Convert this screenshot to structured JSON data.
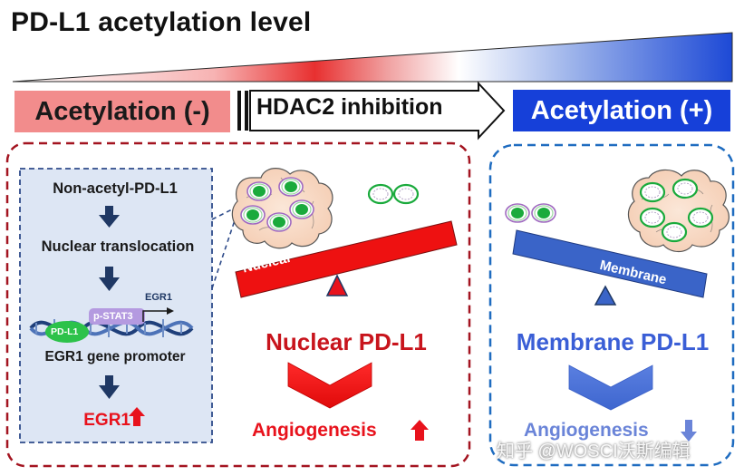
{
  "title": "PD-L1 acetylation level",
  "labels": {
    "acetylation_negative": "Acetylation (-)",
    "hdac2_inhibition": "HDAC2 inhibition",
    "acetylation_positive": "Acetylation (+)"
  },
  "pathway": {
    "step1": "Non-acetyl-PD-L1",
    "step2": "Nuclear translocation",
    "egr1_tag": "EGR1",
    "pstat3_tag": "p-STAT3",
    "pdl1_tag": "PD-L1",
    "step3": "EGR1 gene promoter",
    "output": "EGR1"
  },
  "left_panel": {
    "seesaw_label": "Nuclear",
    "title": "Nuclear PD-L1",
    "outcome": "Angiogenesis"
  },
  "right_panel": {
    "seesaw_label": "Membrane",
    "title": "Membrane PD-L1",
    "outcome": "Angiogenesis"
  },
  "watermark": "知乎 @WOSCI沃斯编辑",
  "colors": {
    "red": "#e8121c",
    "blue": "#1640d9",
    "pink": "#f28c8c",
    "light_blue_panel": "#dde6f4",
    "navy_arrow": "#1f3864"
  }
}
